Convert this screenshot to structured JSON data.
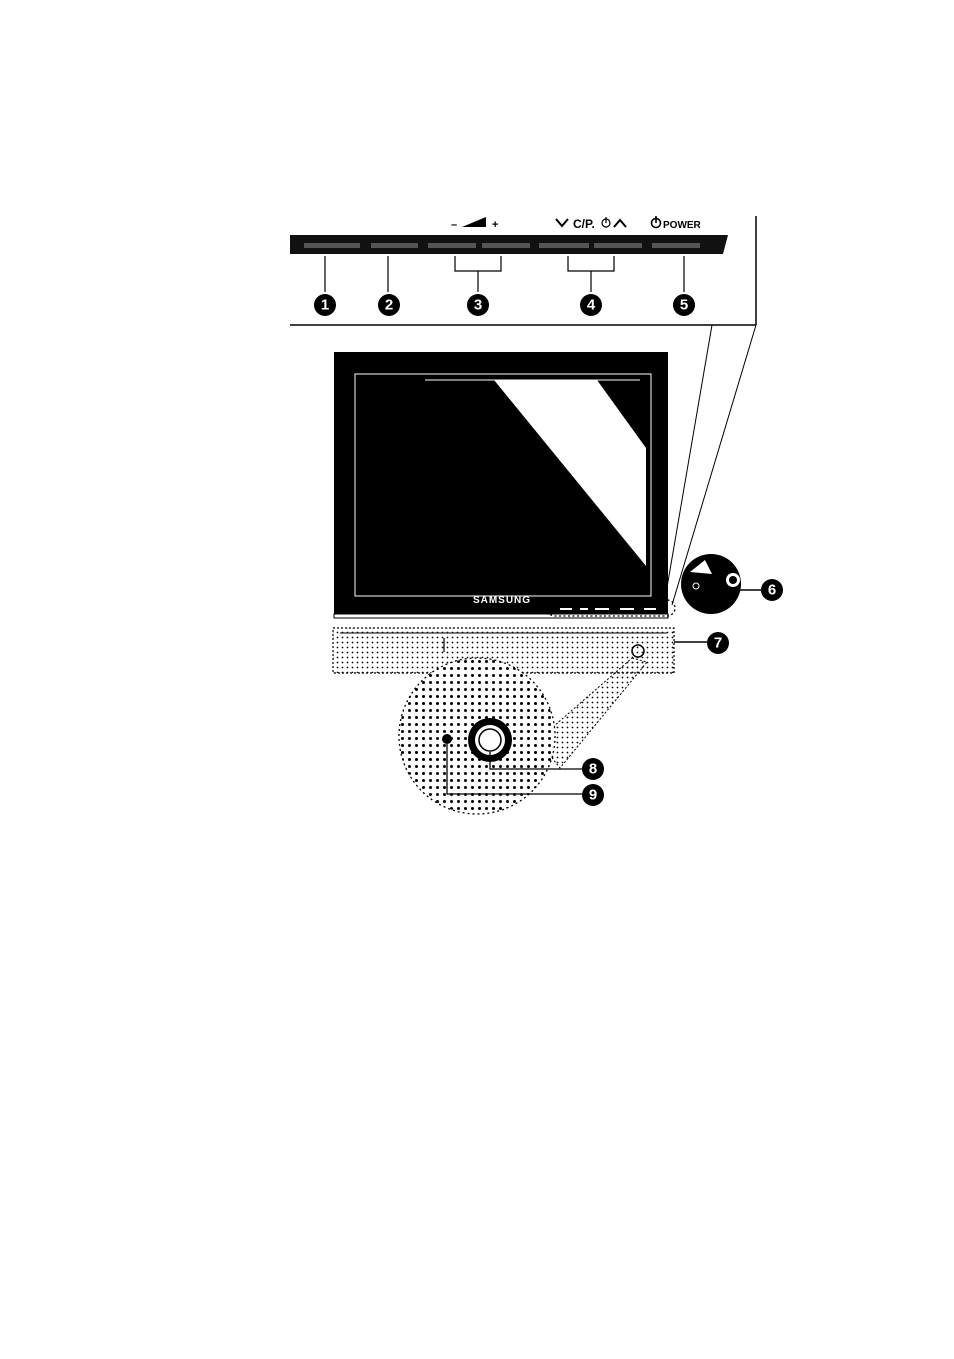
{
  "panel_labels": {
    "volume_minus": "–",
    "volume_plus": "+",
    "channel": "C/P.",
    "power": "POWER"
  },
  "brand": "SAMSUNG",
  "icons": {
    "volume": "volume-wedge-icon",
    "channel_down": "chevron-down-icon",
    "channel_up": "chevron-up-icon",
    "standby": "power-icon",
    "power": "power-icon"
  },
  "callouts": [
    "1",
    "2",
    "3",
    "4",
    "5",
    "6",
    "7",
    "8",
    "9"
  ],
  "colors": {
    "ink": "#000000",
    "paper": "#ffffff",
    "panel": "#111111"
  }
}
